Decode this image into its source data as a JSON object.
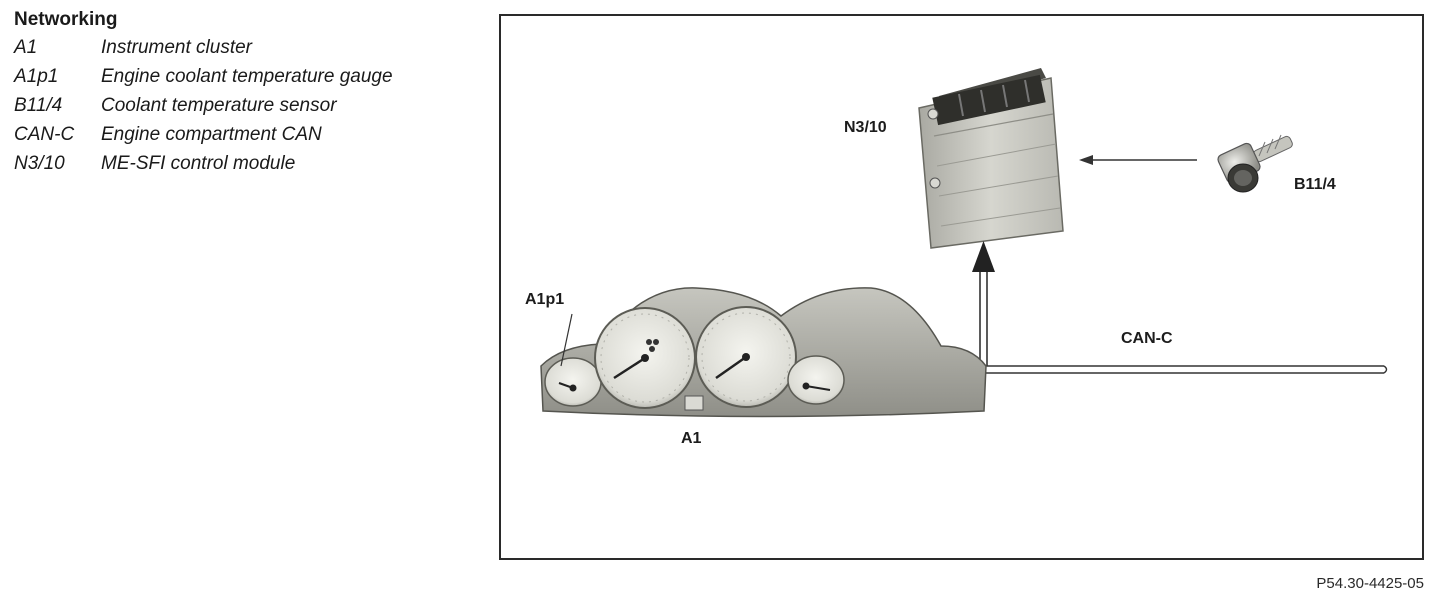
{
  "legend": {
    "title": "Networking",
    "items": [
      {
        "code": "A1",
        "description": "Instrument cluster"
      },
      {
        "code": "A1p1",
        "description": "Engine coolant temperature gauge"
      },
      {
        "code": "B11/4",
        "description": "Coolant temperature sensor"
      },
      {
        "code": "CAN-C",
        "description": "Engine compartment CAN"
      },
      {
        "code": "N3/10",
        "description": "ME-SFI control module"
      }
    ]
  },
  "diagram": {
    "labels": {
      "control_module": "N3/10",
      "sensor": "B11/4",
      "gauge": "A1p1",
      "can_bus": "CAN-C",
      "cluster": "A1"
    },
    "components": [
      {
        "id": "N3/10",
        "icon": "control-module-icon"
      },
      {
        "id": "B11/4",
        "icon": "temperature-sensor-icon"
      },
      {
        "id": "A1",
        "icon": "instrument-cluster-icon"
      }
    ],
    "connections": [
      {
        "from": "B11/4",
        "to": "N3/10",
        "type": "signal-arrow"
      },
      {
        "from": "CAN-C",
        "to": "N3/10",
        "type": "bus-arrow"
      },
      {
        "from": "CAN-C",
        "to": "A1",
        "type": "bus-arrow"
      }
    ]
  },
  "footer": {
    "reference": "P54.30-4425-05"
  }
}
